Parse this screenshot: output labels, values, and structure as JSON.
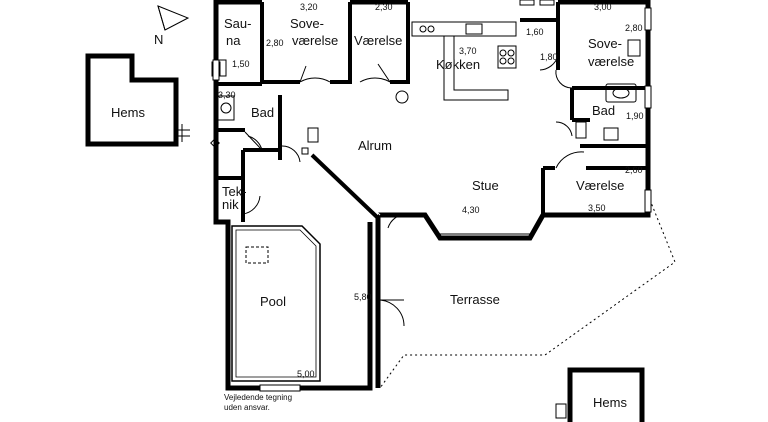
{
  "compass": {
    "north_label": "N"
  },
  "rooms": {
    "sauna": [
      "Sau-",
      "na"
    ],
    "sove_left": [
      "Sove-",
      "værelse"
    ],
    "vaerelse_top": "Værelse",
    "koekken": "Køkken",
    "sove_right": [
      "Sove-",
      "værelse"
    ],
    "bad_left": "Bad",
    "bad_right": "Bad",
    "alrum": "Alrum",
    "stue": "Stue",
    "vaerelse_right": "Værelse",
    "teknik": [
      "Tek-",
      "nik"
    ],
    "pool": "Pool",
    "terrasse": "Terrasse",
    "hems_left": "Hems",
    "hems_right": "Hems"
  },
  "dimensions": {
    "sove_left_w": "3,20",
    "sove_left_h": "2,80",
    "vaerelse_top_w": "2,30",
    "koekken_w": "3,70",
    "sove_right_w": "3,00",
    "sove_right_h": "2,80",
    "hall_w": "1,60",
    "hall_h": "1,80",
    "sauna_h": "1,50",
    "bad_left_w": "3,30",
    "bad_right_h": "1,90",
    "vaerelse_right_h": "2,60",
    "vaerelse_right_w": "3,50",
    "stue_w": "4,30",
    "terrasse_h": "5,80",
    "pool_w": "5,00"
  },
  "disclaimer": [
    "Vejledende tegning",
    "uden ansvar."
  ]
}
